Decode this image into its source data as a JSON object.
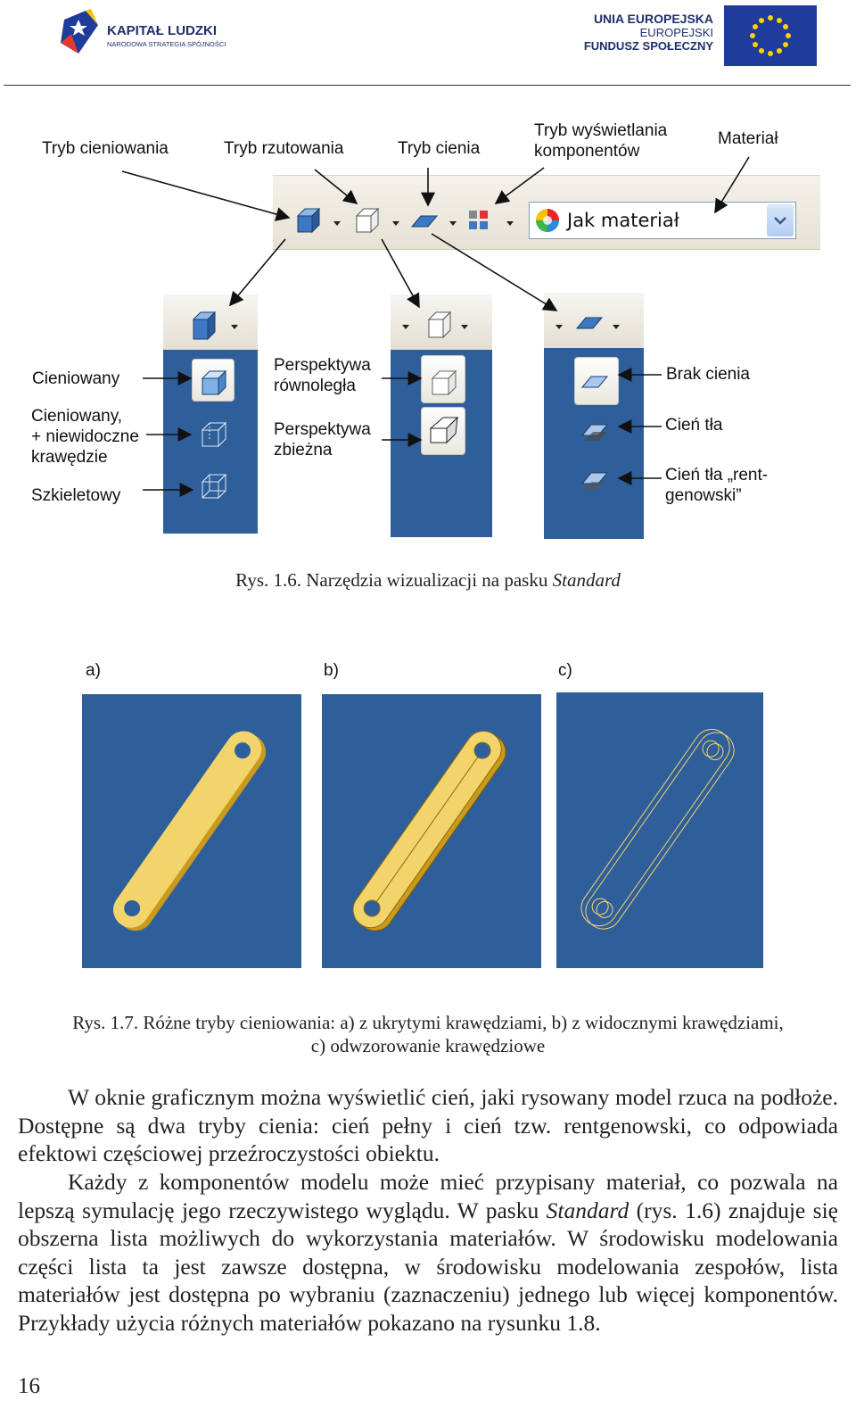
{
  "header": {
    "kl_title": "KAPITAŁ LUDZKI",
    "kl_subtitle": "NARODOWA STRATEGIA SPÓJNOŚCI",
    "eu_line1": "UNIA EUROPEJSKA",
    "eu_line2": "EUROPEJSKI",
    "eu_line3": "FUNDUSZ SPOŁECZNY"
  },
  "fig16": {
    "top_labels": {
      "shading": "Tryb cieniowania",
      "projection": "Tryb rzutowania",
      "shadow": "Tryb cienia",
      "display_l1": "Tryb wyświetlania",
      "display_l2": "komponentów",
      "material": "Materiał"
    },
    "material_value": "Jak materiał",
    "shading_modes": {
      "shaded": "Cieniowany",
      "hidden_l1": "Cieniowany,",
      "hidden_l2": "+ niewidoczne",
      "hidden_l3": "krawędzie",
      "wireframe": "Szkieletowy"
    },
    "projection_modes": {
      "ortho_l1": "Perspektywa",
      "ortho_l2": "równoległa",
      "persp_l1": "Perspektywa",
      "persp_l2": "zbieżna"
    },
    "shadow_modes": {
      "none": "Brak cienia",
      "ground": "Cień tła",
      "xray_l1": "Cień tła „rent-",
      "xray_l2": "genowski”"
    },
    "caption_prefix": "Rys. 1.6. Narzędzia wizualizacji na pasku ",
    "caption_italic": "Standard"
  },
  "fig17": {
    "labels": [
      "a)",
      "b)",
      "c)"
    ],
    "caption_line1": "Rys. 1.7. Różne tryby cieniowania: a) z ukrytymi krawędziami, b) z widocznymi krawędziami,",
    "caption_line2": "c) odwzorowanie krawędziowe"
  },
  "body": {
    "p1": "W oknie graficznym można wyświetlić cień, jaki rysowany model rzuca na podłoże. Dostępne są dwa tryby cienia: cień pełny i cień tzw. rentgenowski, co odpowiada efektowi częściowej przeźroczystości obiektu.",
    "p2_a": "Każdy z komponentów modelu może mieć przypisany materiał, co pozwala na lepszą symulację jego rzeczywistego wyglądu. W pasku ",
    "p2_italic": "Standard",
    "p2_b": " (rys. 1.6) znajduje się obszerna lista możliwych do wykorzystania materiałów. W środowisku modelowania części lista ta jest zawsze dostępna, w środowisku modelowania zespołów, lista materiałów jest dostępna po wybraniu (zaznaczeniu) jednego lub więcej komponentów. Przykłady użycia różnych materiałów pokazano na rysunku 1.8."
  },
  "page_number": "16"
}
